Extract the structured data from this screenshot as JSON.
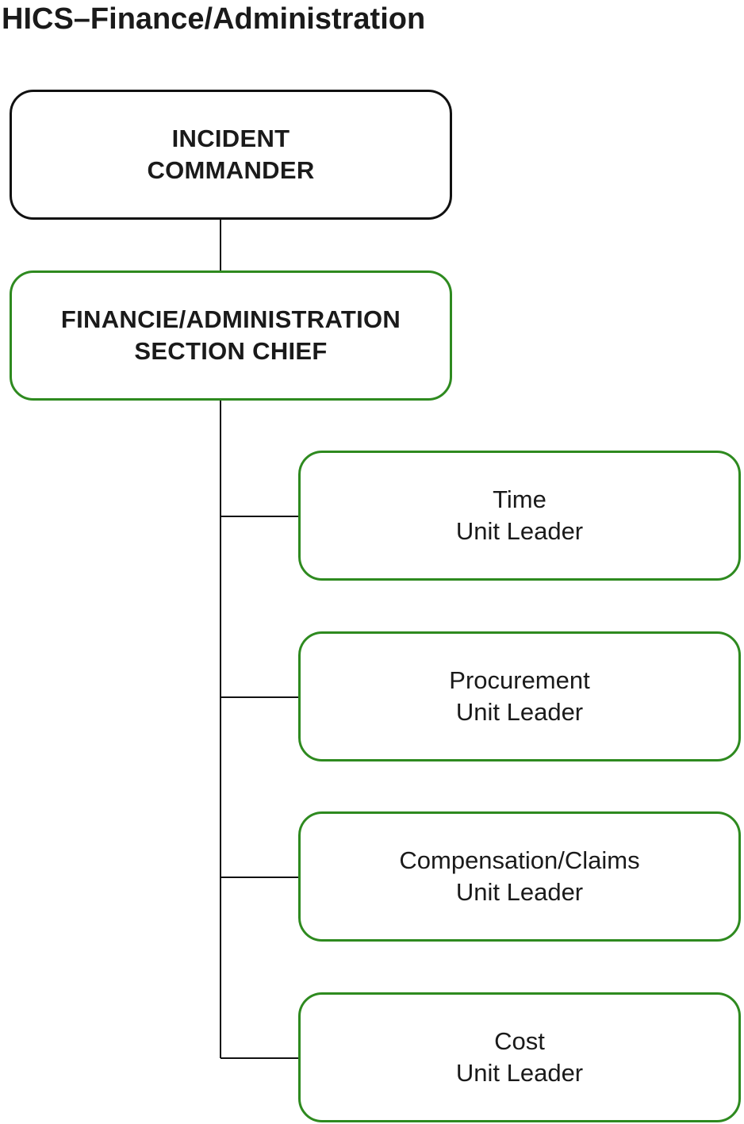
{
  "title": "HICS–Finance/Administration",
  "colors": {
    "commander_border": "#111111",
    "section_border": "#2e8a1f",
    "connector": "#111111",
    "text": "#1a1a1a"
  },
  "commander": {
    "line1": "INCIDENT",
    "line2": "COMMANDER"
  },
  "section_chief": {
    "line1": "FINANCIE/ADMINISTRATION",
    "line2": "SECTION CHIEF"
  },
  "units": [
    {
      "line1": "Time",
      "line2": "Unit Leader"
    },
    {
      "line1": "Procurement",
      "line2": "Unit Leader"
    },
    {
      "line1": "Compensation/Claims",
      "line2": "Unit Leader"
    },
    {
      "line1": "Cost",
      "line2": "Unit Leader"
    }
  ]
}
